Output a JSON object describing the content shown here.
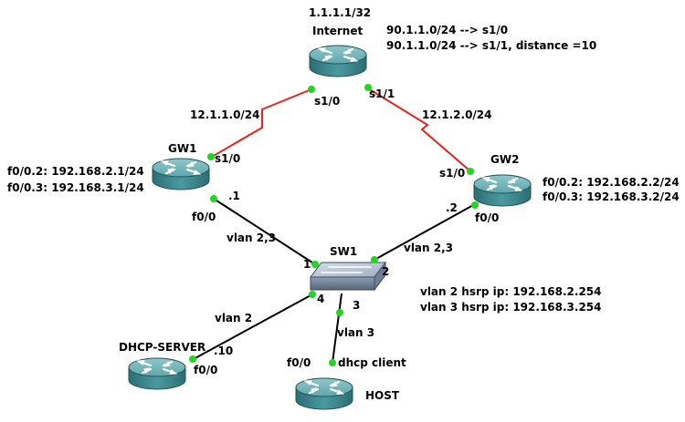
{
  "nodes": {
    "internet": {
      "name": "Internet",
      "loopback": "1.1.1.1/32",
      "routes": [
        "90.1.1.0/24 --> s1/0",
        "90.1.1.0/24 --> s1/1, distance =10"
      ]
    },
    "gw1": {
      "name": "GW1",
      "subifs": [
        "f0/0.2: 192.168.2.1/24",
        "f0/0.3: 192.168.3.1/24"
      ]
    },
    "gw2": {
      "name": "GW2",
      "subifs": [
        "f0/0.2: 192.168.2.2/24",
        "f0/0.3: 192.168.3.2/24"
      ]
    },
    "sw1": {
      "name": "SW1",
      "hsrp": [
        "vlan 2 hsrp ip: 192.168.2.254",
        "vlan 3 hsrp ip: 192.168.3.254"
      ]
    },
    "dhcp": {
      "name": "DHCP-SERVER"
    },
    "host": {
      "name": "HOST"
    }
  },
  "links": {
    "internet_gw1": {
      "subnet": "12.1.1.0/24",
      "a_port": "s1/0",
      "b_port": "s1/0"
    },
    "internet_gw2": {
      "subnet": "12.1.2.0/24",
      "a_port": "s1/1",
      "b_port": "s1/0"
    },
    "gw1_sw1": {
      "a_port": "f0/0",
      "a_ip": ".1",
      "vlan": "vlan 2,3",
      "b_port": "1"
    },
    "gw2_sw1": {
      "a_port": "f0/0",
      "a_ip": ".2",
      "vlan": "vlan 2,3",
      "b_port": "2"
    },
    "dhcp_sw1": {
      "a_port": "f0/0",
      "a_ip": ".10",
      "vlan": "vlan 2",
      "b_port": "4"
    },
    "host_sw1": {
      "a_port": "f0/0",
      "a_desc": "dhcp client",
      "vlan": "vlan 3",
      "b_port": "3"
    }
  },
  "colors": {
    "serial_link": "#e8231f",
    "ethernet_link": "#000000",
    "port_dot": "#21d621",
    "router_body": "#3f8c92"
  }
}
